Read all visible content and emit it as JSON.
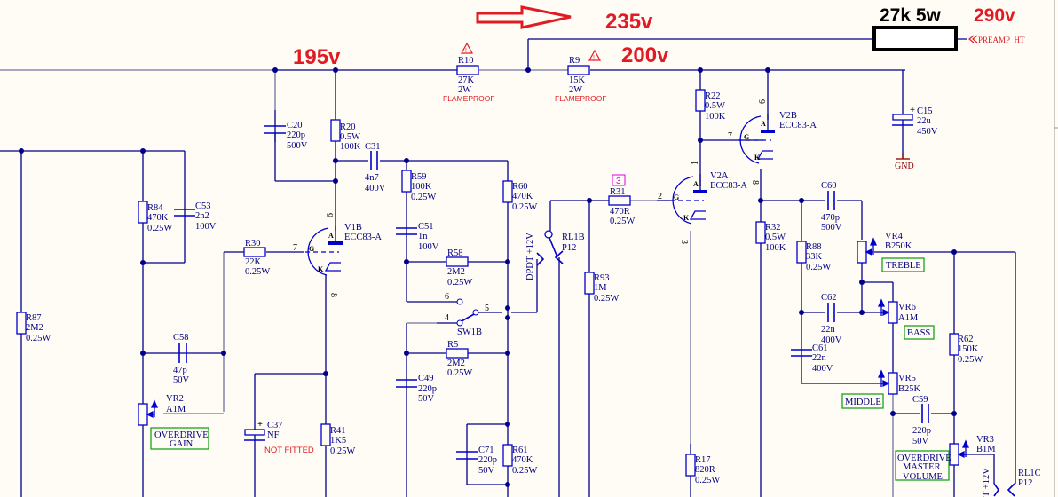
{
  "annotations": {
    "v195": "195v",
    "v235": "235v",
    "v200": "200v",
    "v290": "290v",
    "res_27k5w": "27k 5w",
    "preamp_ht": "PREAMP_HT",
    "gnd": "GND",
    "not_fitted": "NOT FITTED",
    "flameproof": "FLAMEPROOF",
    "note_marker": "3"
  },
  "colors": {
    "wire": "#00008b",
    "component": "#0000cd",
    "annotation_red": "#e01b24",
    "control_box": "#1aa31a",
    "background": "#fffcf5"
  },
  "components": {
    "R10": {
      "ref": "R10",
      "v1": "27K",
      "v2": "2W"
    },
    "R9": {
      "ref": "R9",
      "v1": "15K",
      "v2": "2W"
    },
    "C20": {
      "ref": "C20",
      "v1": "220p",
      "v2": "500V"
    },
    "R20": {
      "ref": "R20",
      "v1": "0.5W",
      "v2": "100K"
    },
    "C31": {
      "ref": "C31",
      "v1": "4n7",
      "v2": "400V"
    },
    "R22": {
      "ref": "R22",
      "v1": "0.5W",
      "v2": "100K"
    },
    "V2B": {
      "ref": "V2B",
      "v1": "ECC83-A"
    },
    "V2A": {
      "ref": "V2A",
      "v1": "ECC83-A"
    },
    "V1B": {
      "ref": "V1B",
      "v1": "ECC83-A"
    },
    "C15": {
      "ref": "C15",
      "v1": "22u",
      "v2": "450V"
    },
    "R84": {
      "ref": "R84",
      "v1": "470K",
      "v2": "0.25W"
    },
    "C53": {
      "ref": "C53",
      "v1": "2n2",
      "v2": "100V"
    },
    "R30": {
      "ref": "R30",
      "v1": "22K",
      "v2": "0.25W"
    },
    "R59": {
      "ref": "R59",
      "v1": "100K",
      "v2": "0.25W"
    },
    "R60": {
      "ref": "R60",
      "v1": "470K",
      "v2": "0.25W"
    },
    "C51": {
      "ref": "C51",
      "v1": "1n",
      "v2": "100V"
    },
    "R58": {
      "ref": "R58",
      "v1": "2M2",
      "v2": "0.25W"
    },
    "R31": {
      "ref": "R31",
      "v1": "470R",
      "v2": "0.25W"
    },
    "R93": {
      "ref": "R93",
      "v1": "1M",
      "v2": "0.25W"
    },
    "RL1B": {
      "ref": "RL1B",
      "v1": "P12"
    },
    "RL1C": {
      "ref": "RL1C",
      "v1": "P12"
    },
    "R32": {
      "ref": "R32",
      "v1": "0.5W",
      "v2": "100K"
    },
    "C60": {
      "ref": "C60",
      "v1": "470p",
      "v2": "500V"
    },
    "R88": {
      "ref": "R88",
      "v1": "33K",
      "v2": "0.25W"
    },
    "VR4": {
      "ref": "VR4",
      "v1": "B250K"
    },
    "C62": {
      "ref": "C62",
      "v1": "22n",
      "v2": "400V"
    },
    "VR6": {
      "ref": "VR6",
      "v1": "A1M"
    },
    "C61": {
      "ref": "C61",
      "v1": "22n",
      "v2": "400V"
    },
    "VR5": {
      "ref": "VR5",
      "v1": "B25K"
    },
    "R62": {
      "ref": "R62",
      "v1": "150K",
      "v2": "0.25W"
    },
    "C59": {
      "ref": "C59",
      "v1": "220p",
      "v2": "50V"
    },
    "VR3": {
      "ref": "VR3",
      "v1": "B1M"
    },
    "R87": {
      "ref": "R87",
      "v1": "2M2",
      "v2": "0.25W"
    },
    "C58": {
      "ref": "C58",
      "v1": "47p",
      "v2": "50V"
    },
    "VR2": {
      "ref": "VR2",
      "v1": "A1M"
    },
    "C37": {
      "ref": "C37",
      "v1": "NF"
    },
    "R41": {
      "ref": "R41",
      "v1": "1K5",
      "v2": "0.25W"
    },
    "SW1B": {
      "ref": "SW1B"
    },
    "R5": {
      "ref": "R5",
      "v1": "2M2",
      "v2": "0.25W"
    },
    "C49": {
      "ref": "C49",
      "v1": "220p",
      "v2": "50V"
    },
    "C71": {
      "ref": "C71",
      "v1": "220p",
      "v2": "50V"
    },
    "R61": {
      "ref": "R61",
      "v1": "470K",
      "v2": "0.25W"
    },
    "R17": {
      "ref": "R17",
      "v1": "820R",
      "v2": "0.25W"
    }
  },
  "controls": {
    "treble": "TREBLE",
    "bass": "BASS",
    "middle": "MIDDLE",
    "od_gain_1": "OVERDRIVE",
    "od_gain_2": "GAIN",
    "od_master_1": "OVERDRIVE",
    "od_master_2": "MASTER",
    "od_master_3": "VOLUME"
  },
  "pins": {
    "p6": "6",
    "p7": "7",
    "p8": "8",
    "p1": "1",
    "p2": "2",
    "p3": "3",
    "p4": "4",
    "p5": "5",
    "A": "A",
    "G": "G",
    "K": "K"
  },
  "relay": {
    "dpdt_label": "DPDT +12V",
    "dpdt_label_right": "T +12V"
  }
}
